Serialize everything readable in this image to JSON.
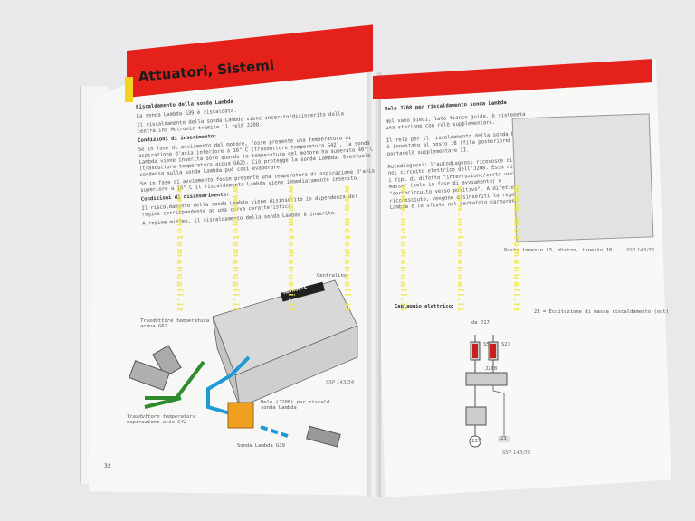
{
  "left_page": {
    "header_title": "Attuatori, Sistemi",
    "page_number": "32",
    "sections": [
      {
        "heading": "Riscaldamento della sonda Lambda",
        "paragraphs": [
          "La sonda Lambda G39 è riscaldata.",
          "Il riscaldamento della sonda Lambda viene inserito/disinserito dalla centralina Motronic tramite il relè J208."
        ]
      },
      {
        "heading": "Condizioni di inserimento:",
        "paragraphs": [
          "Se in fase di avviamento del motore, fosse presente una temperatura di aspirazione d'aria inferiore a 16° C (trasduttore temperatura G42), la sonda Lambda viene inserita solo quando la temperatura del motore ha superato 40° C (trasduttore temperatura acqua G62). Ciò protegge la sonda Lambda. Eventuale condensa sulla sonda Lambda può così evaporare.",
          "Se in fase di avviamento fosse presente una temperatura di aspirazione d'aria superiore a 16° C il riscaldamento Lambda viene immediatamente inserito."
        ]
      },
      {
        "heading": "Condizioni di disinserimento:",
        "paragraphs": [
          "Il riscaldamento della sonda Lambda viene disinserito in dipendenza del regime corrispondente ad una curva caratteristica.",
          "A regime minimo, il riscaldamento della sonda Lambda è inserito."
        ]
      }
    ],
    "diagram": {
      "ecu_label": "Centralina",
      "ecu_brand": "MOTRONIC",
      "water_sensor": "Trasduttore temperatura acqua G62",
      "air_sensor": "Trasduttore temperatura espirazione aria G42",
      "relay": "Relè (J208) per riscald. sonda Lambda",
      "lambda_probe": "Sonda Lambda G39",
      "ref": "SSP 143/34"
    }
  },
  "right_page": {
    "sections": [
      {
        "heading": "Relè J208 per riscaldamento sonda Lambda",
        "paragraphs": [
          "Nel vano piedi, lato fianco guida, è sistemata una stazione con relè supplementari.",
          "Il relè per il riscaldamento della sonda Lambda è innestato al posto 18 (fila posteriore) del portarelè supplementare II.",
          "Autodiagnosi: l'autodiagnosi riconosce difetti nel circuito elettrico dell'J208. Essa distingue i tipi di difetto \"interruzione/corto verso massa\" (solo in fase di avviamento) e \"cortocircuito verso positivo\". A difetto riconosciuto, vengono disinseriti la regolazione Lambda e lo sfiato nel serbatoio carburante."
        ]
      }
    ],
    "fusebox_caption": "Posto innesto 13, dietro, innesto 18",
    "fusebox_ref": "SSP 143/35",
    "wiring_heading": "Cablaggio elettrico:",
    "legend": "23 = Eccitazione di massa riscaldamento (out)",
    "wiring": {
      "from": "da J17",
      "fuse_a": "S5",
      "fuse_b": "S23",
      "relay": "J208",
      "terminal": "23",
      "component": "137",
      "ref": "SSP 143/36"
    }
  },
  "watermark": "www.motomanuali.it",
  "colors": {
    "header_red": "#e4221b",
    "accent_yellow": "#f2d321",
    "green_line": "#2e8b2e",
    "blue_line": "#1e9ad6",
    "relay_orange": "#f0a020",
    "fuse_red": "#c81e1e"
  }
}
